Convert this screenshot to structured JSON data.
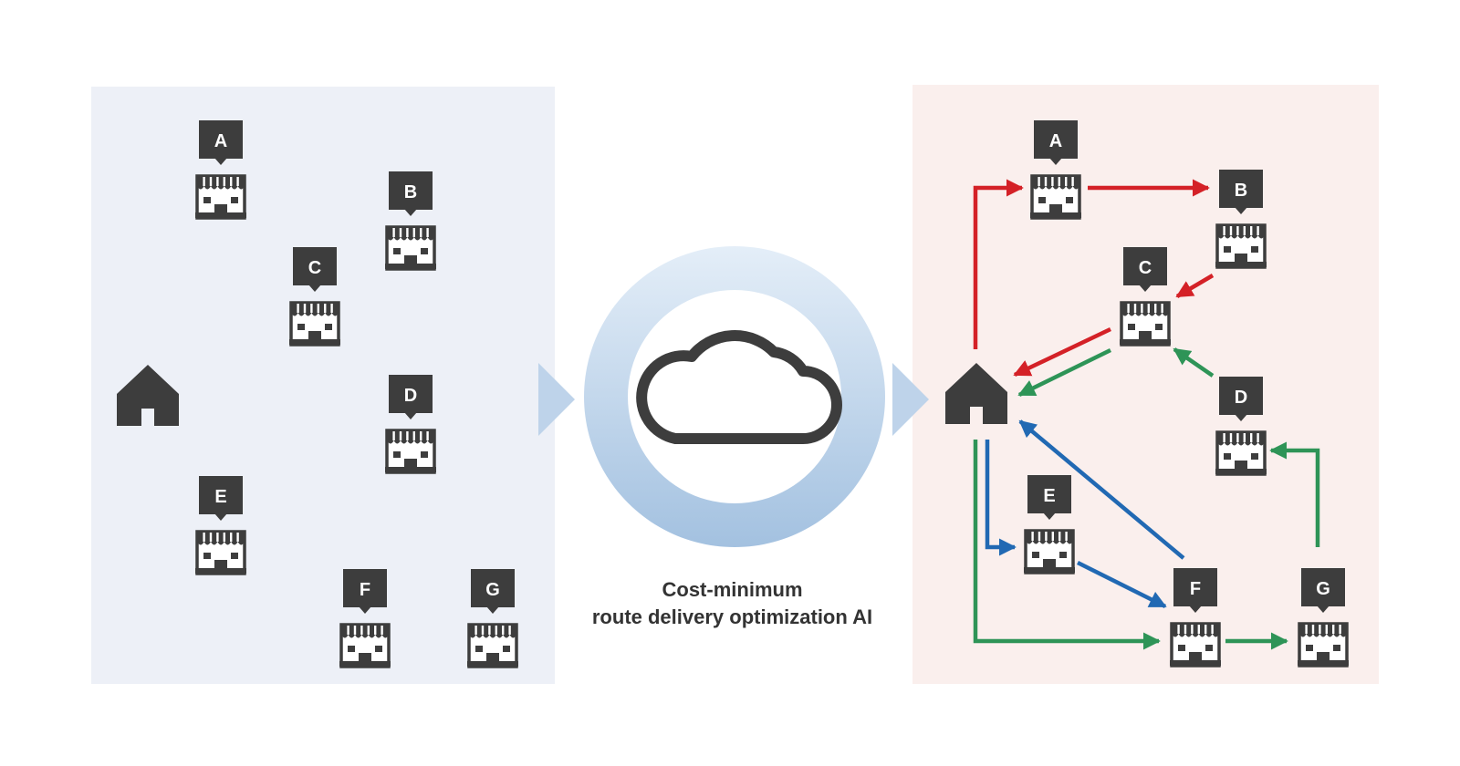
{
  "caption": {
    "line1": "Cost-minimum",
    "line2": "route delivery optimization AI"
  },
  "stores": [
    {
      "label": "A"
    },
    {
      "label": "B"
    },
    {
      "label": "C"
    },
    {
      "label": "D"
    },
    {
      "label": "E"
    },
    {
      "label": "F"
    },
    {
      "label": "G"
    }
  ],
  "icons": {
    "depot": "house-icon",
    "store": "storefront-icon",
    "cloud": "cloud-icon",
    "arrow": "chevron-right-icon"
  },
  "colors": {
    "left_panel": "#edf0f7",
    "right_panel": "#faefed",
    "icon": "#3d3d3d",
    "route_red": "#d42127",
    "route_green": "#2e9457",
    "route_blue": "#2169b3",
    "ring": "#a9c6e2",
    "chevron": "#bed3ea"
  },
  "routes": [
    {
      "color": "red",
      "stops": [
        "Depot",
        "A",
        "B",
        "C",
        "Depot"
      ]
    },
    {
      "color": "green",
      "stops": [
        "Depot",
        "F",
        "G",
        "D",
        "C",
        "Depot"
      ]
    },
    {
      "color": "blue",
      "stops": [
        "Depot",
        "E",
        "F",
        "Depot"
      ]
    }
  ]
}
